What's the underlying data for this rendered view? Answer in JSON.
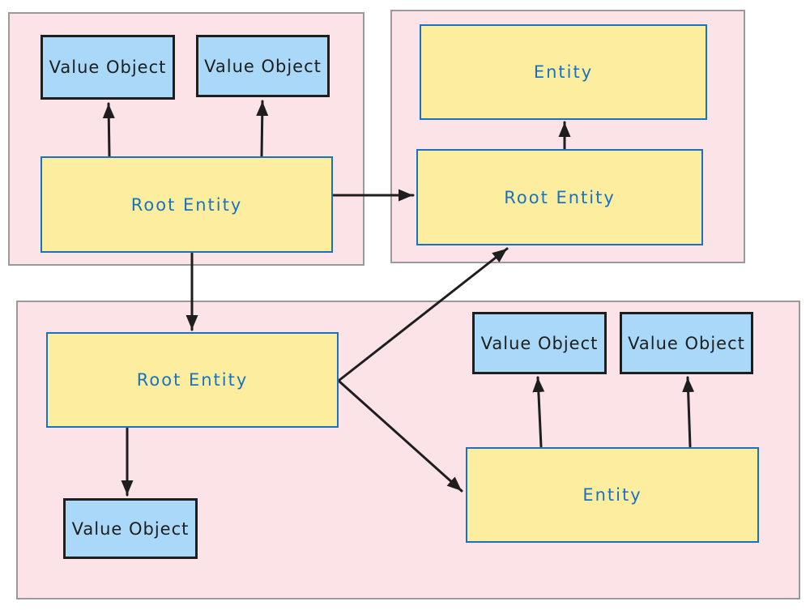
{
  "diagram": {
    "type": "ddd-aggregate-diagram",
    "aggregates": [
      {
        "id": "aggregate-1",
        "nodes": [
          {
            "id": "vo-1",
            "type": "value-object",
            "label": "Value Object"
          },
          {
            "id": "vo-2",
            "type": "value-object",
            "label": "Value Object"
          },
          {
            "id": "root-entity-1",
            "type": "root-entity",
            "label": "Root Entity"
          }
        ]
      },
      {
        "id": "aggregate-2",
        "nodes": [
          {
            "id": "entity-1",
            "type": "entity",
            "label": "Entity"
          },
          {
            "id": "root-entity-2",
            "type": "root-entity",
            "label": "Root Entity"
          }
        ]
      },
      {
        "id": "aggregate-3",
        "nodes": [
          {
            "id": "root-entity-3",
            "type": "root-entity",
            "label": "Root Entity"
          },
          {
            "id": "vo-3",
            "type": "value-object",
            "label": "Value Object"
          },
          {
            "id": "vo-4",
            "type": "value-object",
            "label": "Value Object"
          },
          {
            "id": "vo-5",
            "type": "value-object",
            "label": "Value Object"
          },
          {
            "id": "entity-2",
            "type": "entity",
            "label": "Entity"
          }
        ]
      }
    ],
    "edges": [
      {
        "from": "root-entity-1",
        "to": "vo-1"
      },
      {
        "from": "root-entity-1",
        "to": "vo-2"
      },
      {
        "from": "root-entity-1",
        "to": "root-entity-2"
      },
      {
        "from": "root-entity-2",
        "to": "entity-1"
      },
      {
        "from": "root-entity-1",
        "to": "root-entity-3"
      },
      {
        "from": "root-entity-3",
        "to": "root-entity-2"
      },
      {
        "from": "root-entity-3",
        "to": "vo-5"
      },
      {
        "from": "root-entity-3",
        "to": "entity-2"
      },
      {
        "from": "entity-2",
        "to": "vo-3"
      },
      {
        "from": "entity-2",
        "to": "vo-4"
      }
    ],
    "colors": {
      "background": "#ffffff",
      "aggregate_fill": "#fbe3e8",
      "aggregate_border": "#9a9a9a",
      "entity_fill": "#fdee9f",
      "entity_border": "#1971c2",
      "entity_text": "#1971c2",
      "value_object_fill": "#a9d8f8",
      "value_object_border": "#1e1e1e",
      "value_object_text": "#1e1e1e",
      "arrow": "#1e1e1e"
    }
  }
}
